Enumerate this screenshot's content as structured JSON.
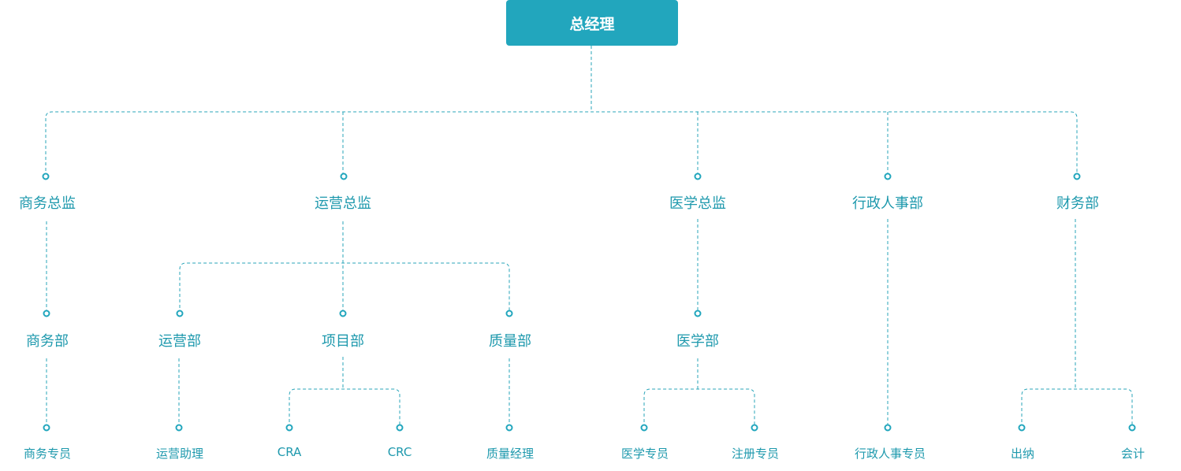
{
  "root": {
    "label": "总经理"
  },
  "level1": {
    "business": "商务总监",
    "operations": "运营总监",
    "medical": "医学总监",
    "admin": "行政人事部",
    "finance": "财务部"
  },
  "level2": {
    "business_dept": "商务部",
    "ops_dept": "运营部",
    "project_dept": "项目部",
    "quality_dept": "质量部",
    "medical_dept": "医学部"
  },
  "level3": {
    "business_specialist": "商务专员",
    "ops_assistant": "运营助理",
    "cra": "CRA",
    "crc": "CRC",
    "quality_manager": "质量经理",
    "medical_specialist": "医学专员",
    "registration_specialist": "注册专员",
    "admin_specialist": "行政人事专员",
    "cashier": "出纳",
    "accountant": "会计"
  },
  "colors": {
    "accent": "#22a6bd",
    "text": "#1e99ad",
    "line": "#2aa5b9"
  }
}
